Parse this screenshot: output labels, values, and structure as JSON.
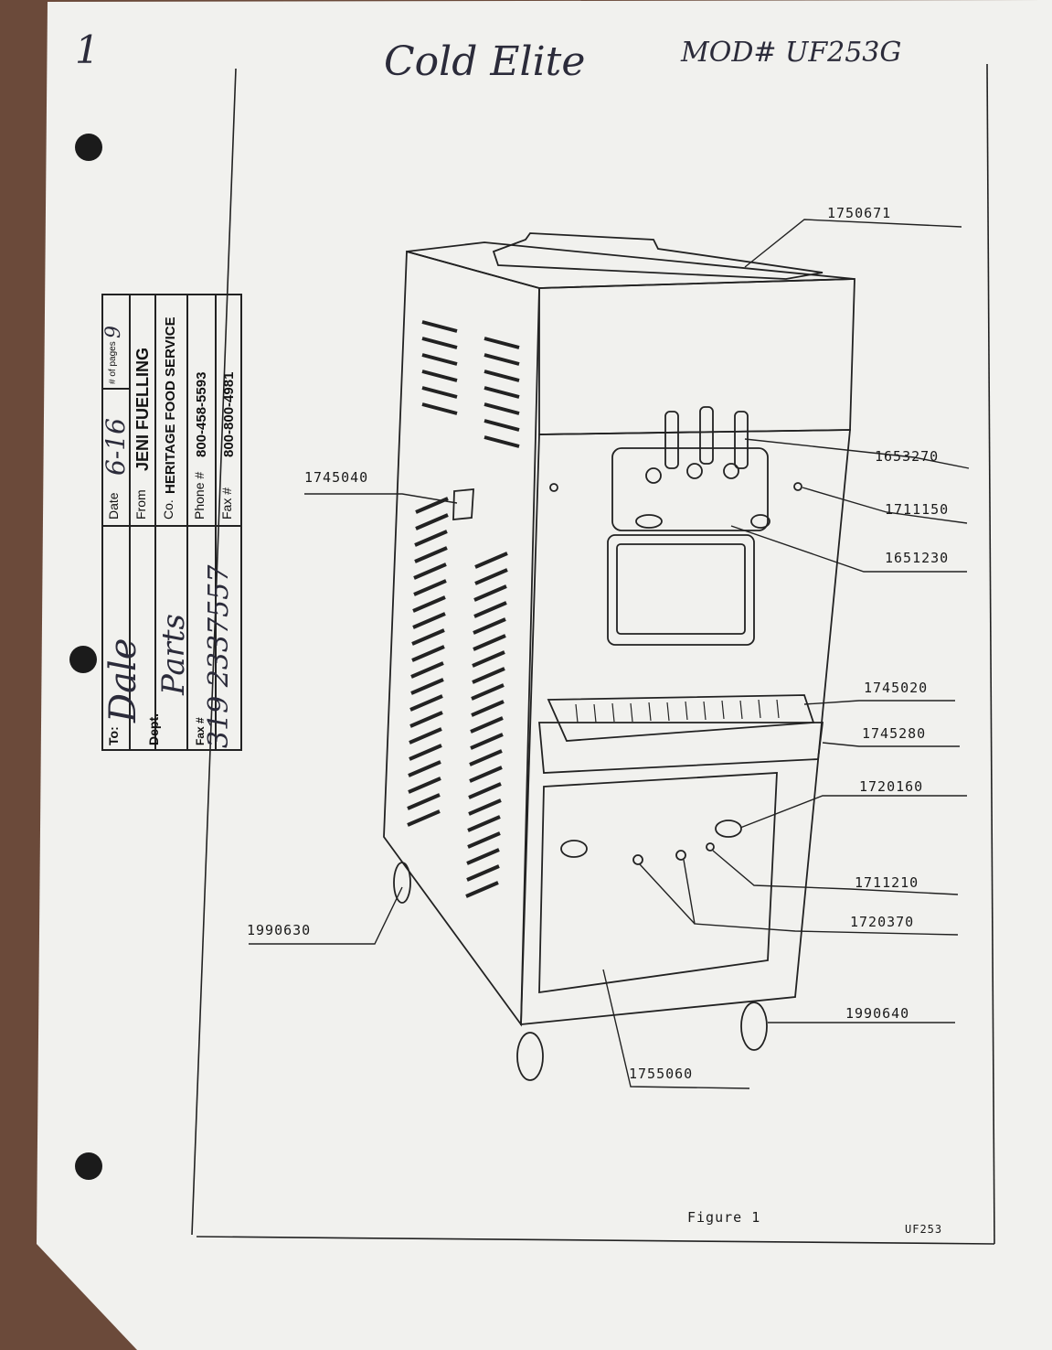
{
  "header": {
    "page_number": "1",
    "brand": "Cold Elite",
    "model": "MOD# UF253G"
  },
  "fax_label": {
    "date_label": "Date",
    "date_value": "6-16",
    "pages_label": "# of pages",
    "pages_value": "9",
    "from_label": "From",
    "from_value": "JENI FUELLING",
    "co_label": "Co.",
    "co_value": "HERITAGE FOOD SERVICE",
    "phone_label": "Phone #",
    "phone_value": "800-458-5593",
    "fax_label": "Fax #",
    "fax_value": "800-800-4981",
    "to_label": "To:",
    "to_value": "Dale",
    "dept_label": "Dept.",
    "dept_value": "Parts",
    "fax2_label": "Fax #",
    "fax2_value": "319 2337557"
  },
  "parts": [
    {
      "id": "p1750671",
      "number": "1750671"
    },
    {
      "id": "p1653270",
      "number": "1653270"
    },
    {
      "id": "p1711150",
      "number": "1711150"
    },
    {
      "id": "p1651230",
      "number": "1651230"
    },
    {
      "id": "p1745040",
      "number": "1745040"
    },
    {
      "id": "p1745020",
      "number": "1745020"
    },
    {
      "id": "p1745280",
      "number": "1745280"
    },
    {
      "id": "p1720160",
      "number": "1720160"
    },
    {
      "id": "p1711210",
      "number": "1711210"
    },
    {
      "id": "p1720370",
      "number": "1720370"
    },
    {
      "id": "p1990630",
      "number": "1990630"
    },
    {
      "id": "p1990640",
      "number": "1990640"
    },
    {
      "id": "p1755060",
      "number": "1755060"
    }
  ],
  "footer": {
    "figure": "Figure 1",
    "code": "UF253"
  },
  "colors": {
    "paper": "#f1f1ee",
    "ink": "#1a1a1a",
    "background": "#6b4a3a"
  }
}
